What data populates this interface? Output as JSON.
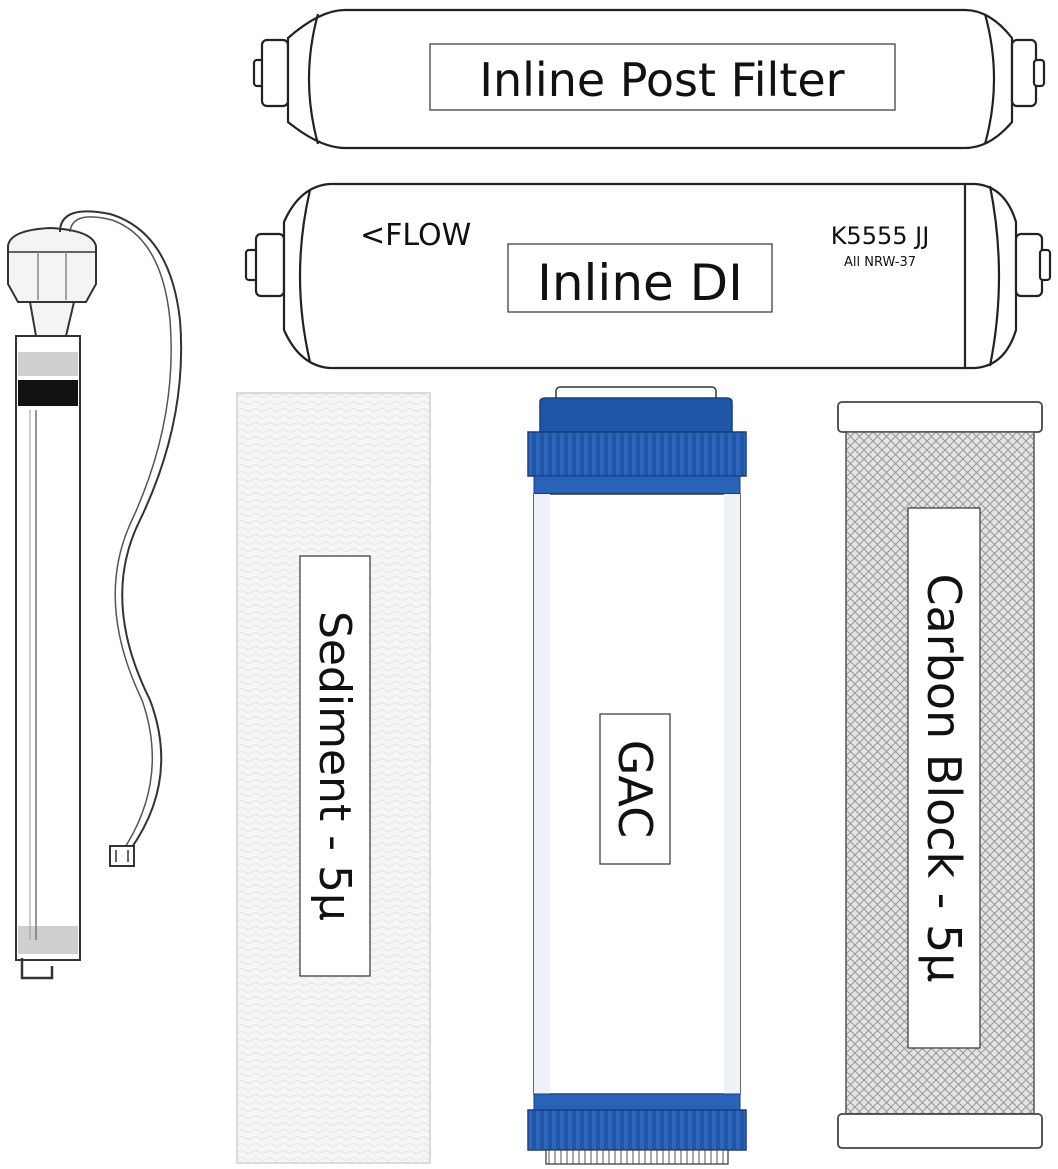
{
  "labels": {
    "inline_post": "Inline Post Filter",
    "inline_di": "Inline DI",
    "flow": "<FLOW",
    "model_code": "K5555 JJ",
    "model_sub": "All NRW-37",
    "sediment": "Sediment - 5µ",
    "gac": "GAC",
    "carbon": "Carbon Block - 5µ"
  },
  "colors": {
    "outline": "#222222",
    "gac_blue": "#1f56a8",
    "gac_blue_dark": "#163f82",
    "membrane_grey": "#b9b9b9"
  },
  "icons": [
    "uv-lamp-icon",
    "filter-cartridge-icon"
  ]
}
